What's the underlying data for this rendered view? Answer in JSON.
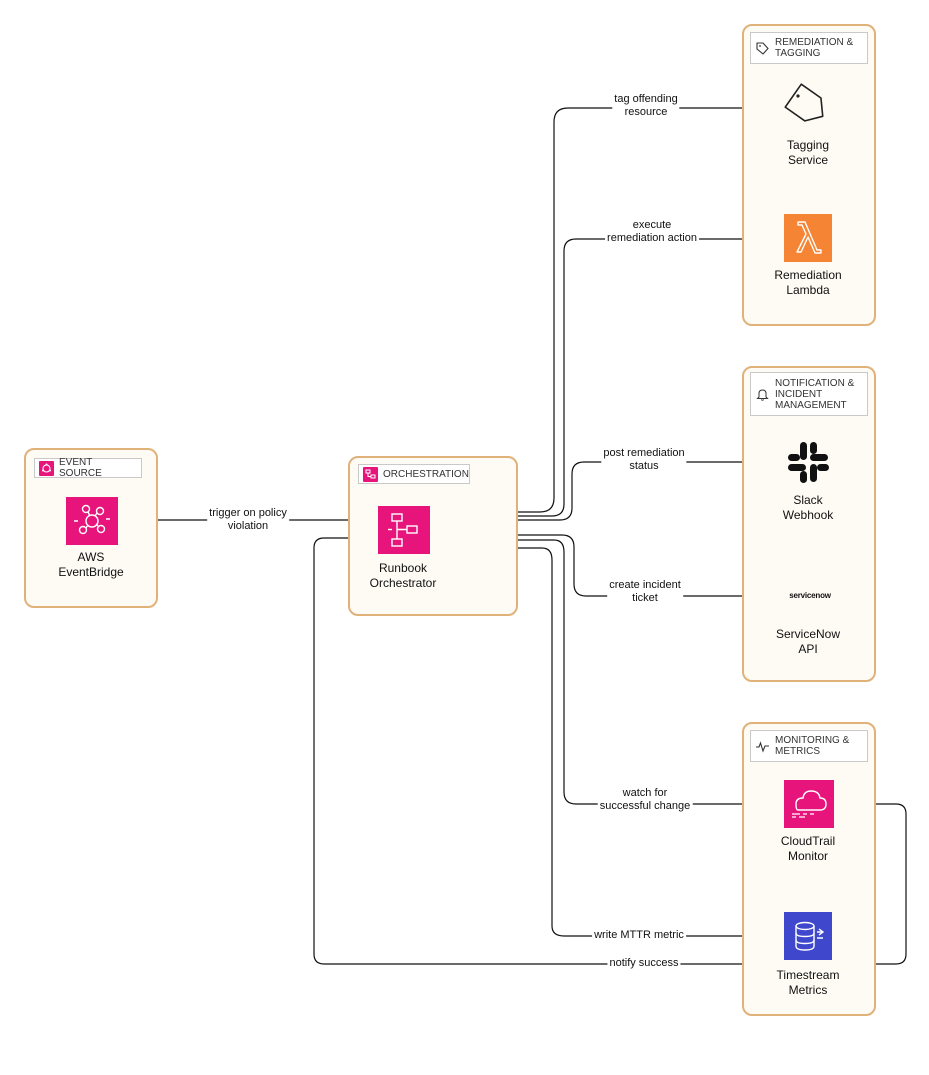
{
  "groups": {
    "event_source": {
      "title": "EVENT SOURCE",
      "icon": "event-icon",
      "color": "#e7157b"
    },
    "orchestration": {
      "title": "ORCHESTRATION",
      "icon": "orchestration-icon",
      "color": "#e7157b"
    },
    "remediation": {
      "title": "REMEDIATION &\nTAGGING",
      "icon": "tag-icon"
    },
    "notification": {
      "title": "NOTIFICATION &\nINCIDENT\nMANAGEMENT",
      "icon": "bell-icon"
    },
    "monitoring": {
      "title": "MONITORING &\nMETRICS",
      "icon": "pulse-icon"
    }
  },
  "nodes": {
    "eventbridge": {
      "label": "AWS\nEventBridge",
      "icon": "eventbridge-icon",
      "color": "#e7157b"
    },
    "orchestrator": {
      "label": "Runbook\nOrchestrator",
      "icon": "step-functions-icon",
      "color": "#e7157b"
    },
    "tagging": {
      "label": "Tagging\nService",
      "icon": "tag-icon"
    },
    "lambda": {
      "label": "Remediation\nLambda",
      "icon": "lambda-icon",
      "color": "#f58534"
    },
    "slack": {
      "label": "Slack\nWebhook",
      "icon": "slack-icon"
    },
    "servicenow": {
      "label": "ServiceNow\nAPI",
      "icon": "servicenow-logo",
      "logo_text": "servicenow"
    },
    "cloudtrail": {
      "label": "CloudTrail\nMonitor",
      "icon": "cloudtrail-icon",
      "color": "#e7157b"
    },
    "timestream": {
      "label": "Timestream\nMetrics",
      "icon": "timestream-icon",
      "color": "#3f48cc"
    }
  },
  "edges": {
    "trigger": "trigger on policy\nviolation",
    "tag": "tag offending\nresource",
    "execute": "execute\nremediation action",
    "post": "post remediation\nstatus",
    "incident": "create incident\nticket",
    "watch": "watch for\nsuccessful change",
    "mttr": "write MTTR metric",
    "notify": "notify success"
  }
}
